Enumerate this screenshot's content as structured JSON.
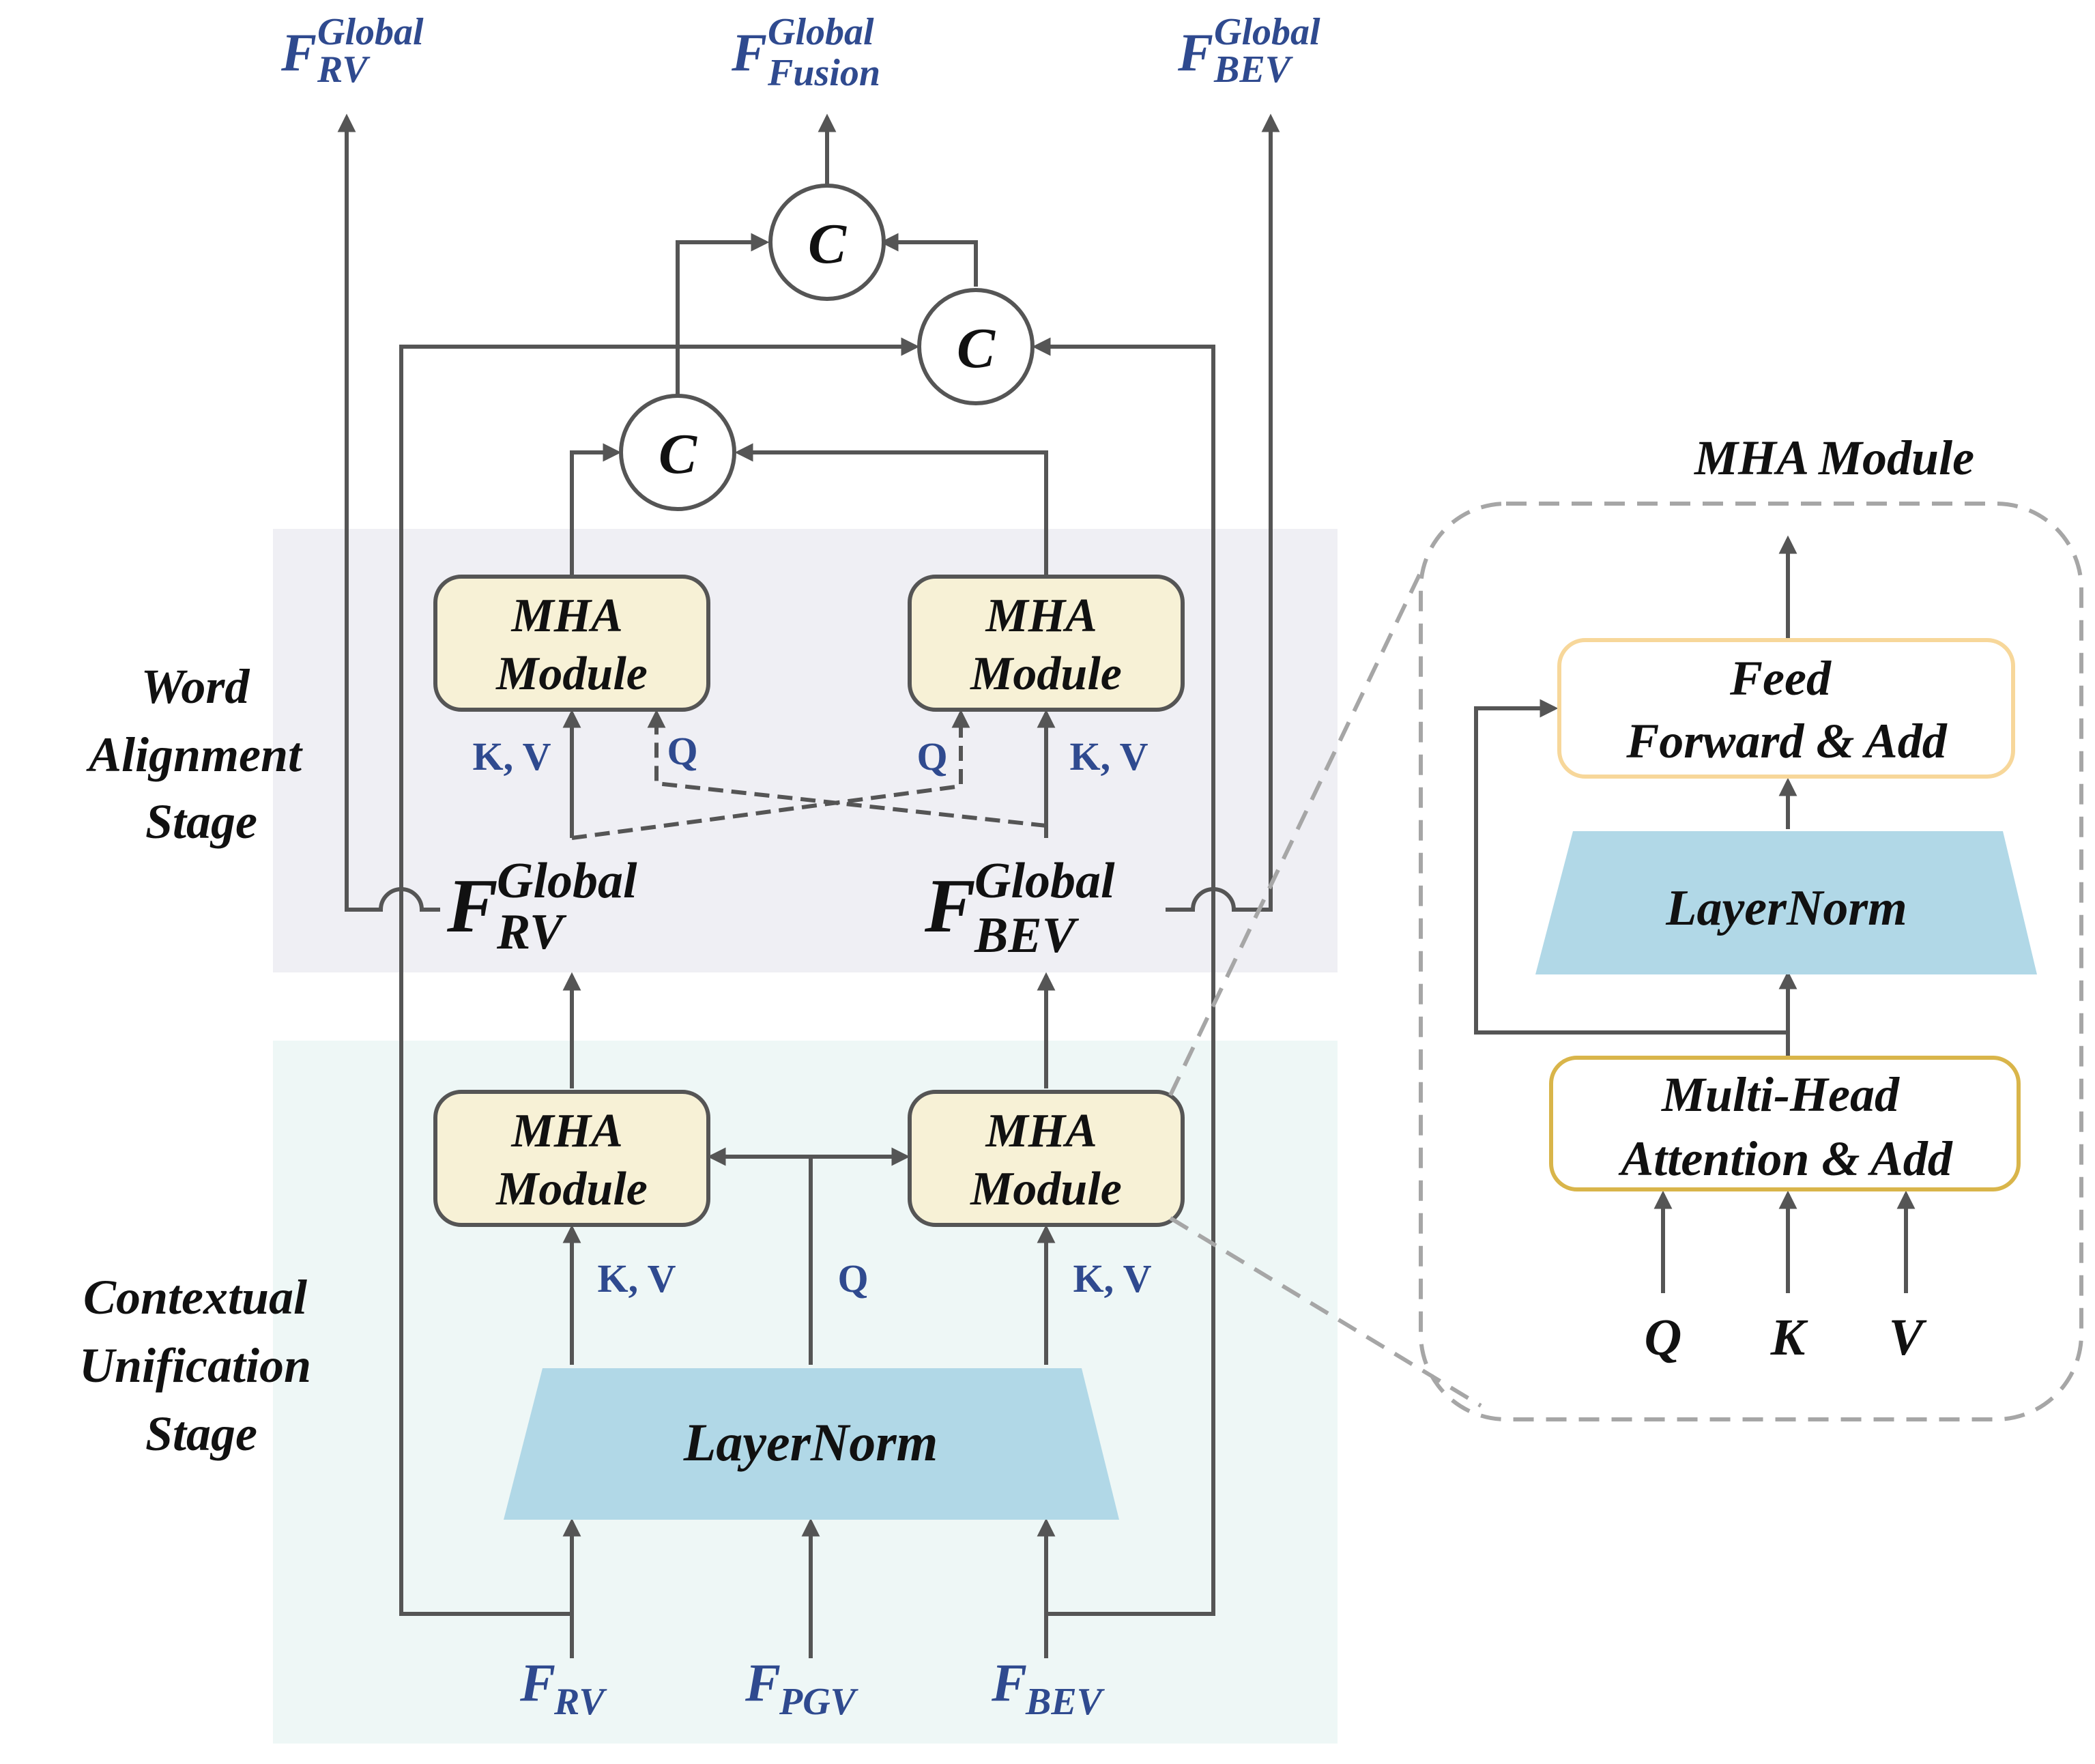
{
  "outputs": {
    "rv": {
      "base": "F",
      "sup": "Global",
      "sub": "RV"
    },
    "fusion": {
      "base": "F",
      "sup": "Global",
      "sub": "Fusion"
    },
    "bev": {
      "base": "F",
      "sup": "Global",
      "sub": "BEV"
    }
  },
  "concat_symbol": "C",
  "stages": {
    "word_alignment": [
      "Word",
      "Alignment",
      "Stage"
    ],
    "contextual_unification": [
      "Contextual",
      "Unification",
      "Stage"
    ]
  },
  "mha_label": [
    "MHA",
    "Module"
  ],
  "qkv": {
    "kv": "K, V",
    "q": "Q"
  },
  "mid_features": {
    "rv": {
      "base": "F",
      "sup": "Global",
      "sub": "RV"
    },
    "bev": {
      "base": "F",
      "sup": "Global",
      "sub": "BEV"
    }
  },
  "layernorm": "LayerNorm",
  "inputs": {
    "rv": {
      "base": "F",
      "sub": "RV"
    },
    "pgv": {
      "base": "F",
      "sub": "PGV"
    },
    "bev": {
      "base": "F",
      "sub": "BEV"
    }
  },
  "detail": {
    "title": "MHA Module",
    "feed_forward": [
      "Feed",
      "Forward & Add"
    ],
    "layernorm": "LayerNorm",
    "multi_head": [
      "Multi-Head",
      "Attention & Add"
    ],
    "inputs": [
      "Q",
      "K",
      "V"
    ]
  },
  "colors": {
    "mha_fill": "#f7f1d6",
    "mha_stroke": "#555555",
    "layernorm_fill": "#b1d8e7",
    "word_stage_bg": "#efeff4",
    "context_stage_bg": "#eef7f6",
    "text_blue": "#2f4a8f",
    "line_gray": "#555555",
    "detail_box_stroke": "#f7d79a",
    "detail_box_stroke2": "#d9b54a"
  }
}
